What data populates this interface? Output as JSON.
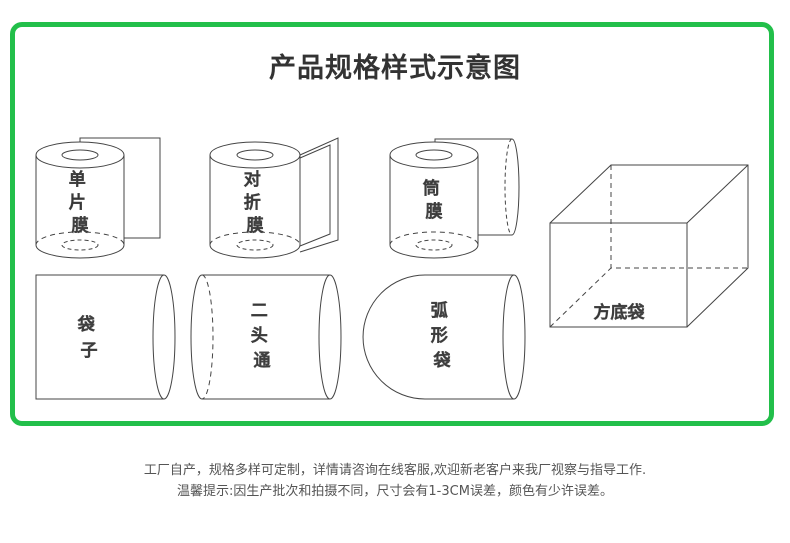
{
  "title": "产品规格样式示意图",
  "items": {
    "single_film": "单片膜",
    "folded_film": "对折膜",
    "tube_film": "筒膜",
    "bag": "袋子",
    "two_open_ends": "二头通",
    "arc_bag": "弧形袋",
    "square_bottom_bag": "方底袋"
  },
  "footer": {
    "line1": "工厂自产，规格多样可定制，详情请咨询在线客服,欢迎新老客户来我厂视察与指导工作.",
    "line2": "温馨提示:因生产批次和拍摄不同，尺寸会有1-3CM误差，颜色有少许误差。"
  },
  "colors": {
    "border": "#22bf4a",
    "line": "#444444"
  }
}
